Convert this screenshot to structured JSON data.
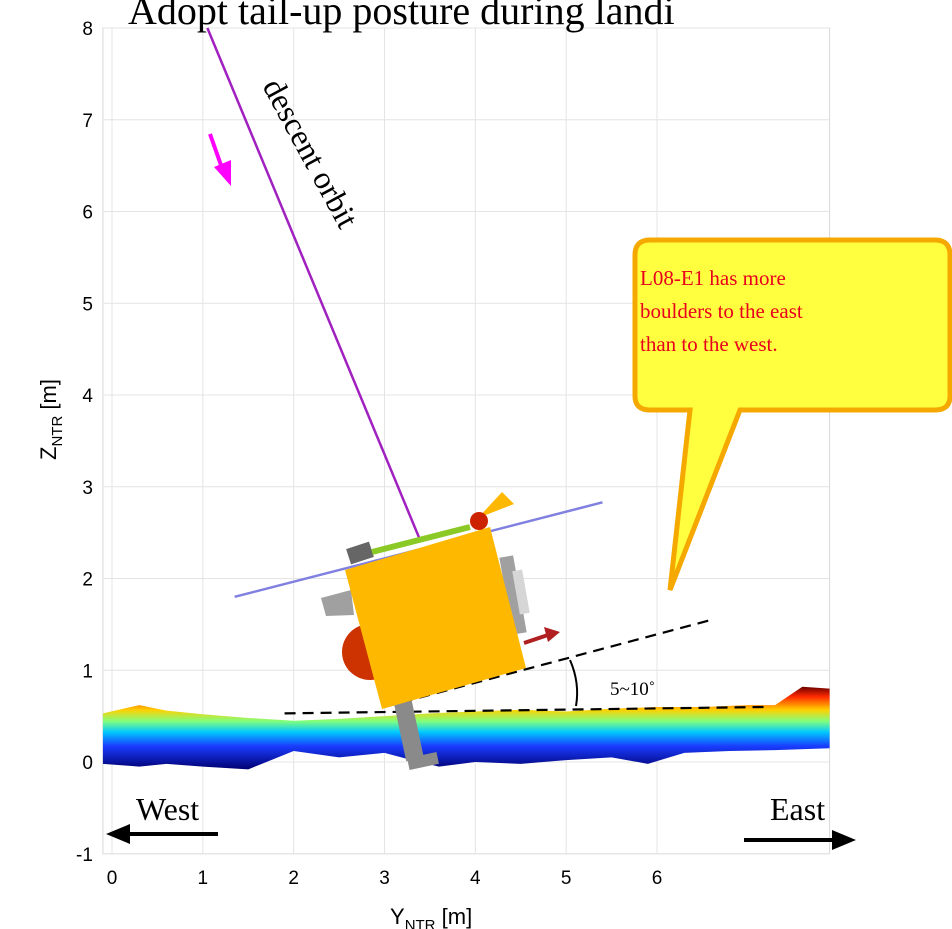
{
  "chart_data": {
    "type": "line",
    "title": "Adopt tail-up posture during landi",
    "xlabel": "Y",
    "xlabel_sub": "NTR",
    "xlabel_unit": " [m]",
    "ylabel": "Z",
    "ylabel_sub": "NTR",
    "ylabel_unit": " [m]",
    "xlim": [
      -0.1,
      7.9
    ],
    "ylim": [
      -1,
      8
    ],
    "xticks": [
      0,
      1,
      2,
      3,
      4,
      5,
      6
    ],
    "yticks": [
      -1,
      0,
      1,
      2,
      3,
      4,
      5,
      6,
      7,
      8
    ],
    "grid": true,
    "series": [
      {
        "name": "descent orbit",
        "color": "#a020c0",
        "x": [
          1.05,
          3.4
        ],
        "y": [
          8.0,
          2.4
        ]
      },
      {
        "name": "",
        "color": "#8080e0",
        "x": [
          1.35,
          5.4
        ],
        "y": [
          1.8,
          2.83
        ]
      }
    ],
    "terrain": {
      "top_x": [
        -0.1,
        0.3,
        0.6,
        1.0,
        1.5,
        2.0,
        2.5,
        3.0,
        3.5,
        4.0,
        4.5,
        5.0,
        5.5,
        6.0,
        6.5,
        7.0,
        7.3,
        7.6,
        7.9
      ],
      "top_y": [
        0.53,
        0.62,
        0.56,
        0.52,
        0.48,
        0.45,
        0.47,
        0.5,
        0.53,
        0.55,
        0.57,
        0.55,
        0.58,
        0.6,
        0.6,
        0.62,
        0.62,
        0.82,
        0.8
      ],
      "bottom_x": [
        -0.1,
        0.3,
        0.6,
        1.0,
        1.5,
        2.0,
        2.5,
        3.0,
        3.3,
        3.6,
        4.0,
        4.5,
        5.0,
        5.5,
        5.9,
        6.3,
        6.8,
        7.3,
        7.9
      ],
      "bottom_y": [
        -0.02,
        -0.05,
        -0.02,
        -0.05,
        -0.08,
        0.12,
        0.05,
        0.1,
        0.02,
        -0.05,
        0.0,
        -0.02,
        0.02,
        0.05,
        -0.02,
        0.1,
        0.12,
        0.13,
        0.15
      ],
      "colors": [
        "#6e0000",
        "#ff2a00",
        "#ffd000",
        "#7fff7f",
        "#00c8ff",
        "#1a3cff",
        "#000070"
      ]
    },
    "angle_lines": [
      {
        "x": [
          1.9,
          7.2
        ],
        "y": [
          0.53,
          0.6
        ]
      },
      {
        "x": [
          3.0,
          6.6
        ],
        "y": [
          0.6,
          1.55
        ]
      }
    ],
    "annotations": {
      "descent_label": "descent orbit",
      "angle_label": "5~10˚",
      "west": "West",
      "east": "East",
      "callout": [
        "L08-E1 has more",
        "boulders to the east",
        "than to the west."
      ]
    },
    "colors": {
      "orbit": "#a020c0",
      "arrow_magenta": "#ff00ff",
      "body": "#ffb800",
      "callout_fill": "#ffff40",
      "callout_border": "#f5a800",
      "callout_text": "#e8001c",
      "red_dot": "#cc2200",
      "green_bar": "#8ac926",
      "gray": "#8a8a8a"
    }
  }
}
